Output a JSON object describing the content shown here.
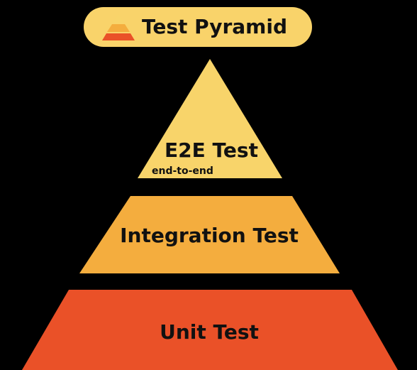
{
  "header": {
    "title": "Test Pyramid",
    "icon": "pyramid-icon"
  },
  "tiers": [
    {
      "label": "E2E Test",
      "sublabel": "end-to-end",
      "color": "#f8d46a"
    },
    {
      "label": "Integration Test",
      "color": "#f4ad3e"
    },
    {
      "label": "Unit Test",
      "color": "#ea5128"
    }
  ],
  "colors": {
    "background": "#000000",
    "header_pill": "#f9d36a",
    "text": "#111111"
  }
}
